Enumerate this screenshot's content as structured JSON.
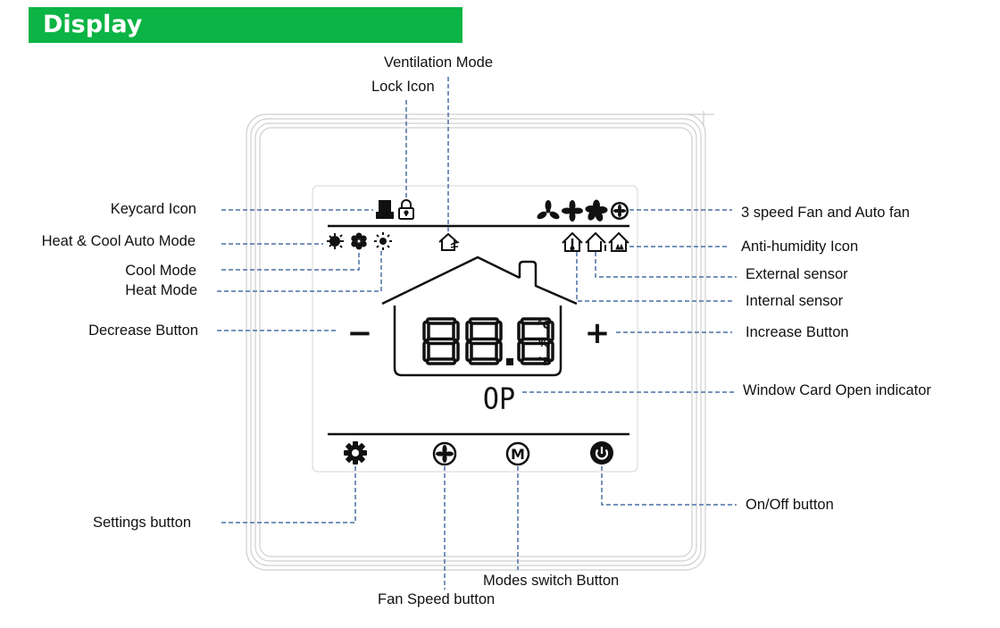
{
  "header": {
    "title": "Display"
  },
  "colors": {
    "banner": "#0bb444",
    "leader": "#4a6fa5",
    "lcd": "#111111",
    "frame": "#c8c8c8"
  },
  "lcd": {
    "main_digits": "88.8",
    "units": [
      "°C",
      "%",
      "°F"
    ],
    "status_text": "OP",
    "minus_symbol": "−",
    "plus_symbol": "+"
  },
  "icons": {
    "top_left": [
      "keycard-icon",
      "lock-icon"
    ],
    "top_center": [
      "ventilation-mode-icon"
    ],
    "top_right": [
      "fan-low-icon",
      "fan-medium-icon",
      "fan-high-icon",
      "fan-auto-icon"
    ],
    "mode_row": [
      "heat-cool-auto-icon",
      "cool-snowflake-icon",
      "heat-sun-icon"
    ],
    "sensor_row": [
      "internal-sensor-icon",
      "external-sensor-icon",
      "anti-humidity-icon"
    ],
    "bottom_buttons": [
      "settings-gear-icon",
      "fan-speed-icon",
      "mode-m-icon",
      "power-icon"
    ]
  },
  "labels": {
    "ventilation_mode": "Ventilation Mode",
    "lock_icon": "Lock Icon",
    "keycard_icon": "Keycard Icon",
    "heat_cool_auto": "Heat & Cool Auto Mode",
    "cool_mode": "Cool Mode",
    "heat_mode": "Heat Mode",
    "decrease_button": "Decrease Button",
    "fan_speeds": "3 speed Fan and Auto fan",
    "anti_humidity": "Anti-humidity Icon",
    "external_sensor": "External sensor",
    "internal_sensor": "Internal sensor",
    "increase_button": "Increase Button",
    "window_card": "Window Card Open indicator",
    "on_off": "On/Off button",
    "settings": "Settings button",
    "modes_switch": "Modes switch Button",
    "fan_speed": "Fan Speed button"
  }
}
